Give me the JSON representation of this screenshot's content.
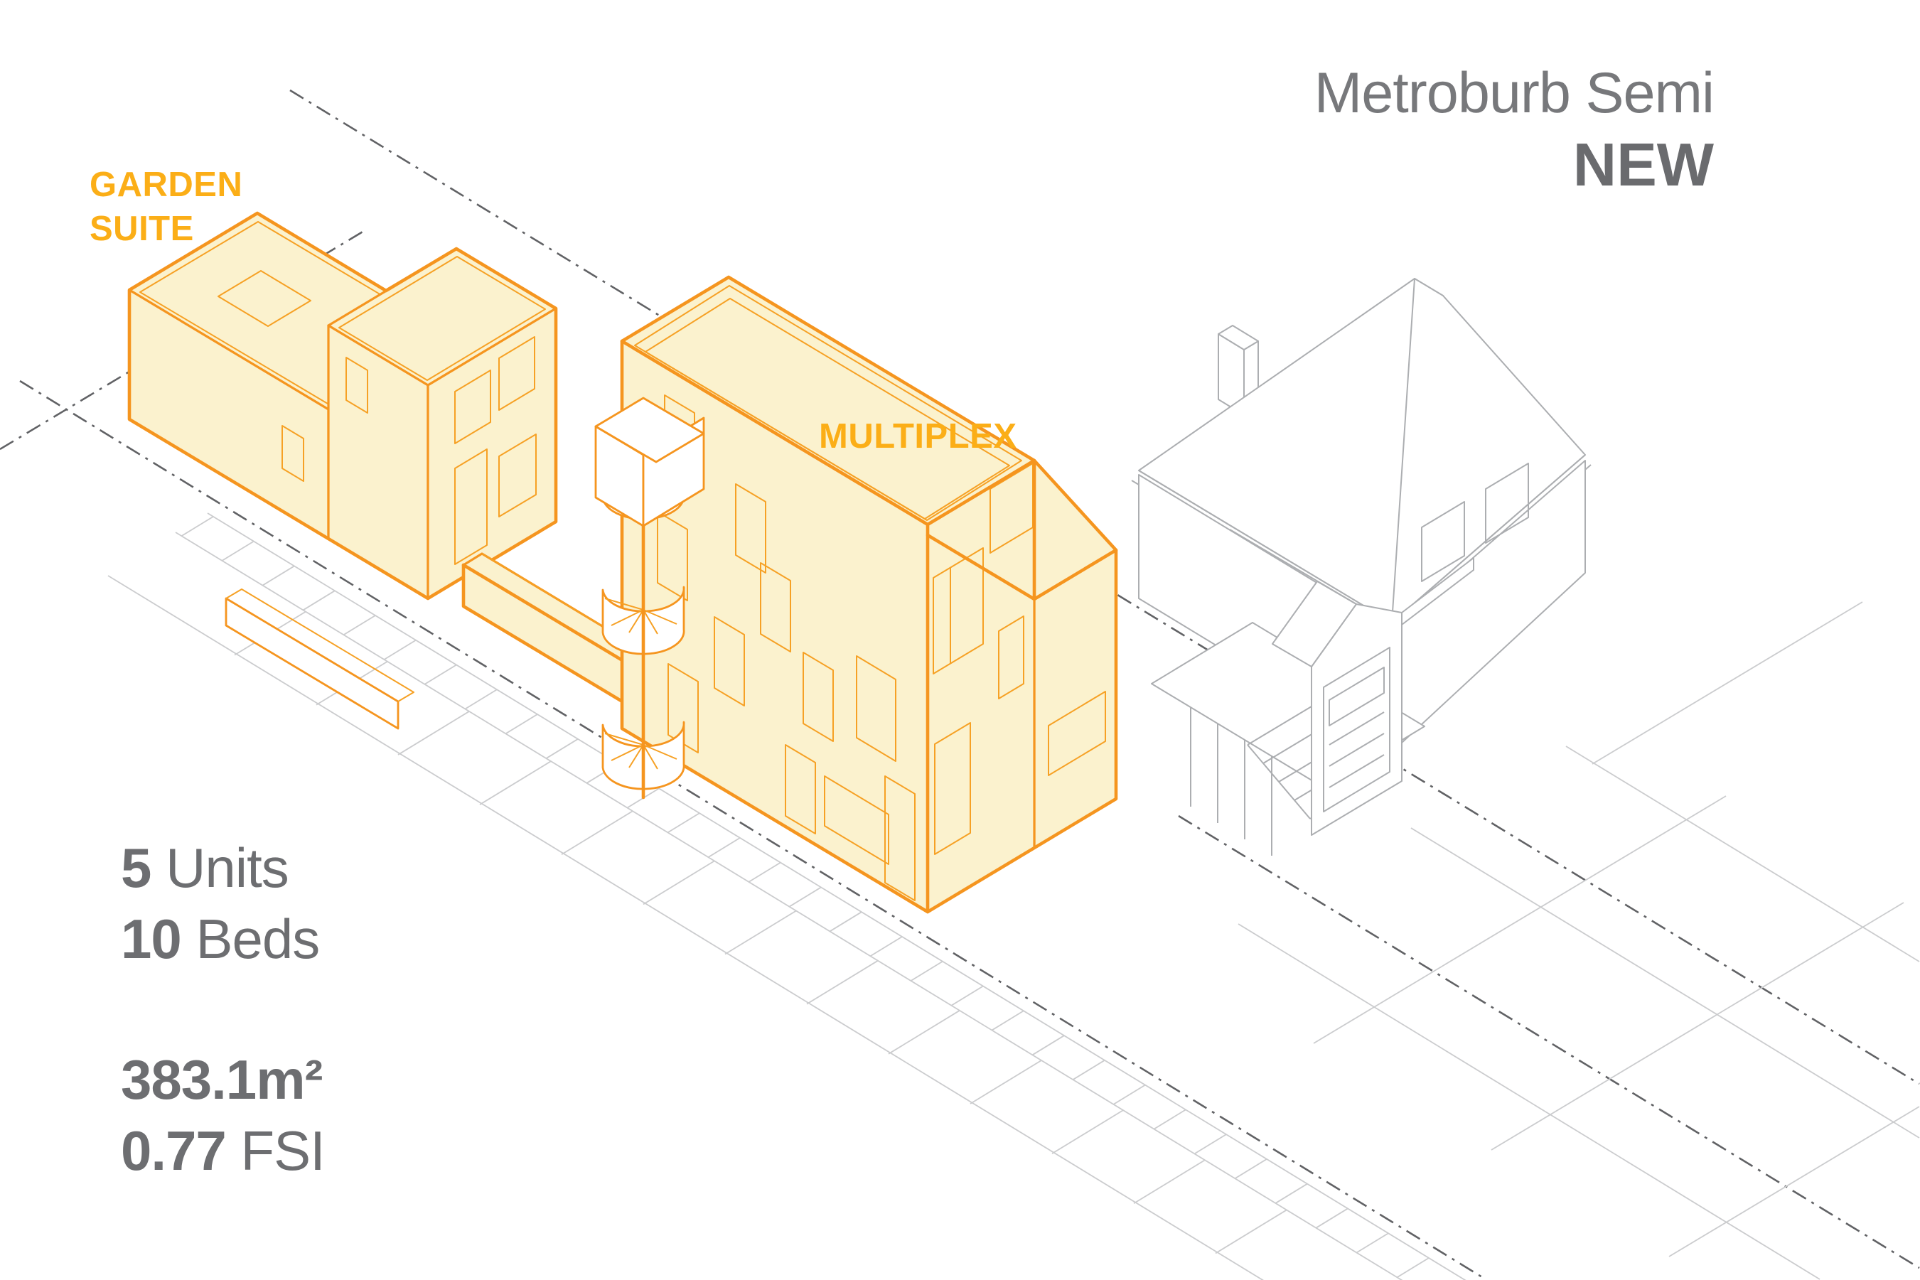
{
  "title": {
    "project_name": "Metroburb Semi",
    "status": "NEW"
  },
  "labels": {
    "garden_suite_line1": "GARDEN",
    "garden_suite_line2": "SUITE",
    "multiplex": "MULTIPLEX"
  },
  "stats": {
    "units_value": "5",
    "units_label": "Units",
    "beds_value": "10",
    "beds_label": "Beds",
    "area_value": "383.1m²",
    "fsi_value": "0.77",
    "fsi_label": "FSI"
  },
  "drawing": {
    "highlighted_buildings": [
      "garden-suite",
      "multiplex"
    ],
    "context_buildings": [
      "existing-semi-house",
      "garage"
    ],
    "site_features": [
      "property-lines",
      "sidewalk",
      "spiral-staircase",
      "walkway"
    ]
  },
  "colors": {
    "highlight_stroke": "#F5951F",
    "highlight_fill": "#FBF2CE",
    "label_orange": "#FBAE17",
    "text_gray": "#6D6E71",
    "title_gray": "#77787B",
    "context_line_gray": "#ACAEB1",
    "paving_gray": "#CBCCCE",
    "boundary_gray": "#616265",
    "background": "#FFFFFF"
  }
}
